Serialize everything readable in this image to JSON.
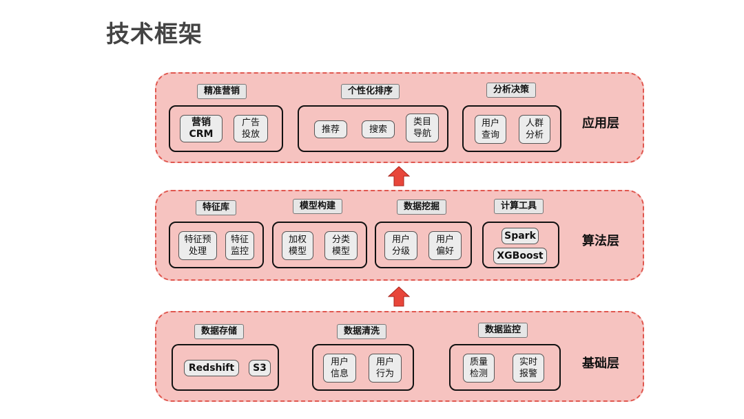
{
  "title": "技术框架",
  "layers": {
    "app": {
      "label": "应用层",
      "groups": [
        {
          "tag": "精准营销",
          "items": [
            "营销\nCRM",
            "广告\n投放"
          ]
        },
        {
          "tag": "个性化排序",
          "items": [
            "推荐",
            "搜索",
            "类目\n导航"
          ]
        },
        {
          "tag": "分析决策",
          "items": [
            "用户\n查询",
            "人群\n分析"
          ]
        }
      ]
    },
    "algo": {
      "label": "算法层",
      "groups": [
        {
          "tag": "特征库",
          "items": [
            "特征预\n处理",
            "特征\n监控"
          ]
        },
        {
          "tag": "模型构建",
          "items": [
            "加权\n模型",
            "分类\n模型"
          ]
        },
        {
          "tag": "数据挖掘",
          "items": [
            "用户\n分级",
            "用户\n偏好"
          ]
        },
        {
          "tag": "计算工具",
          "items": [
            "Spark",
            "XGBoost"
          ]
        }
      ]
    },
    "base": {
      "label": "基础层",
      "groups": [
        {
          "tag": "数据存储",
          "items": [
            "Redshift",
            "S3"
          ]
        },
        {
          "tag": "数据清洗",
          "items": [
            "用户\n信息",
            "用户\n行为"
          ]
        },
        {
          "tag": "数据监控",
          "items": [
            "质量\n检测",
            "实时\n报警"
          ]
        }
      ]
    }
  },
  "colors": {
    "layer_fill": "#f6c3c0",
    "layer_border": "#e0574f",
    "arrow": "#e8463a"
  }
}
